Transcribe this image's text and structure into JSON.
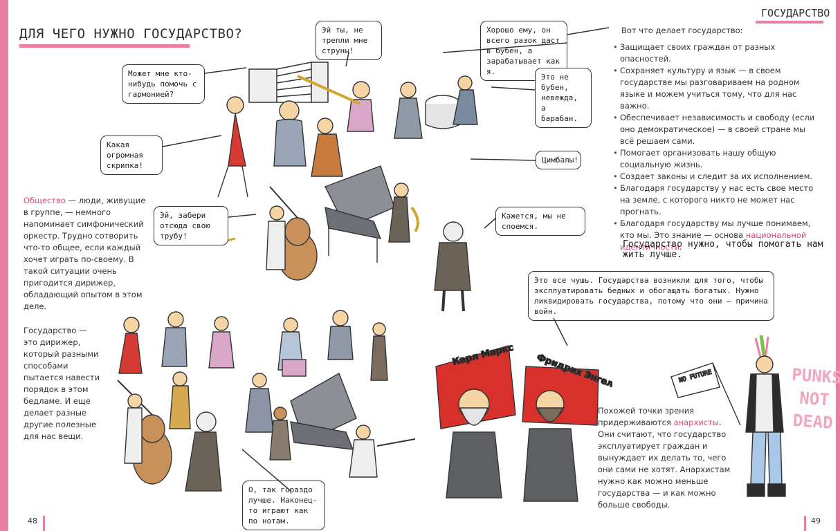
{
  "left_page": {
    "title": "ДЛЯ ЧЕГО НУЖНО ГОСУДАРСТВО?",
    "page_number": "48",
    "society_term": "Общество",
    "society_text": " — люди, живущие в группе, — немного напоминает симфонический оркестр. Трудно сотворить что-то общее, если каждый хочет играть по-своему. В такой ситуации очень пригодится дирижер, обладающий опытом в этом деле.",
    "state_text": "Государство — это дирижер, который разными способами пытается навести порядок в этом бедламе. И еще делает разные другие полезные для нас вещи.",
    "bubbles": {
      "harmonica": "Может мне кто-нибудь помочь с гармонией?",
      "strings": "Эй ты, не трепли мне струны!",
      "violin": "Какая огромная скрипка!",
      "trumpet": "Эй, забери отсюда свою трубу!",
      "notes": "О, так гораздо лучше. Наконец-то играют как по нотам."
    }
  },
  "right_page": {
    "section": "ГОСУДАРСТВО",
    "page_number": "49",
    "intro": "Вот что делает государство:",
    "features": [
      "Защищает своих граждан от разных опасностей.",
      "Сохраняет культуру и язык — в своем государстве мы разговариваем на родном языке и можем учиться тому, что для нас важно.",
      "Обеспечивает независимость и свободу (если оно демократическое) — в своей стране мы всё решаем сами.",
      "Помогает организовать нашу общую социальную жизнь.",
      "Создает законы и следит за их исполнением.",
      "Благодаря государству у нас есть свое место на земле, с которого никто не может нас прогнать."
    ],
    "last_feature_start": "Благодаря государству мы лучше понимаем, кто мы. Это знание — основа ",
    "last_feature_term": "национальной идентичности",
    "last_feature_end": ".",
    "conclusion": "Государство нужно, чтобы помогать нам жить лучше.",
    "bubbles": {
      "tambourine": "Хорошо ему, он всего разок даст в бубен, а зарабатывает как я.",
      "drum": "Это не бубен, невежда, а барабан.",
      "cymbals": "Цимбалы!",
      "no_agree": "Кажется, мы не споемся.",
      "marx": "Это все чушь. Государства возникли для того, чтобы эксплуатировать бедных и обогащать богатых. Нужно ликвидировать государства, потому что они — причина войн."
    },
    "banner_marx": "Карл Маркс",
    "banner_engels": "Фридрих Энгельс",
    "anarchist_start": "Похожей точки зрения придерживаются ",
    "anarchist_term": "анархисты",
    "anarchist_end": ". Они считают, что государство эксплуатирует граждан и вынуждает их делать то, чего они сами не хотят. Анархистам нужно как можно меньше государства — и как можно больше свободы.",
    "flag_text": "NO FUTURE",
    "punks_text": "PUNKS NOT DEAD"
  },
  "colors": {
    "accent_pink": "#e87fa2",
    "term_pink": "#e0457b",
    "banner_red": "#d8312c"
  }
}
